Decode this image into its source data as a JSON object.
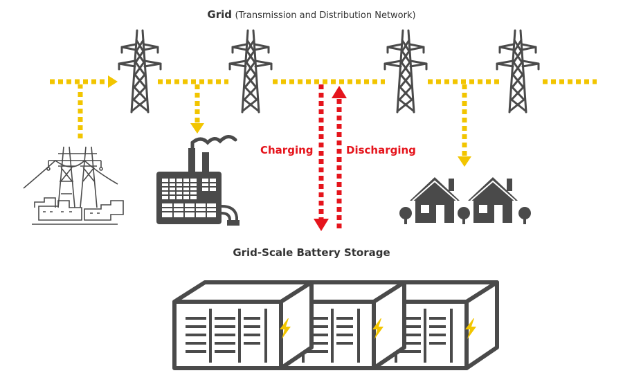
{
  "grid": {
    "title": "Grid",
    "subtitle": "(Transmission and Distribution Network)"
  },
  "flows": {
    "charging_label": "Charging",
    "discharging_label": "Discharging"
  },
  "storage": {
    "title": "Grid-Scale Battery Storage"
  },
  "colors": {
    "grid_line": "#f2c500",
    "battery_flow": "#e5141c",
    "icon": "#4a4a4a",
    "bolt": "#f2c500"
  },
  "icons": [
    "transmission-tower-icon",
    "power-plant-icon",
    "factory-icon",
    "house-icon",
    "battery-container-icon",
    "lightning-bolt-icon"
  ]
}
